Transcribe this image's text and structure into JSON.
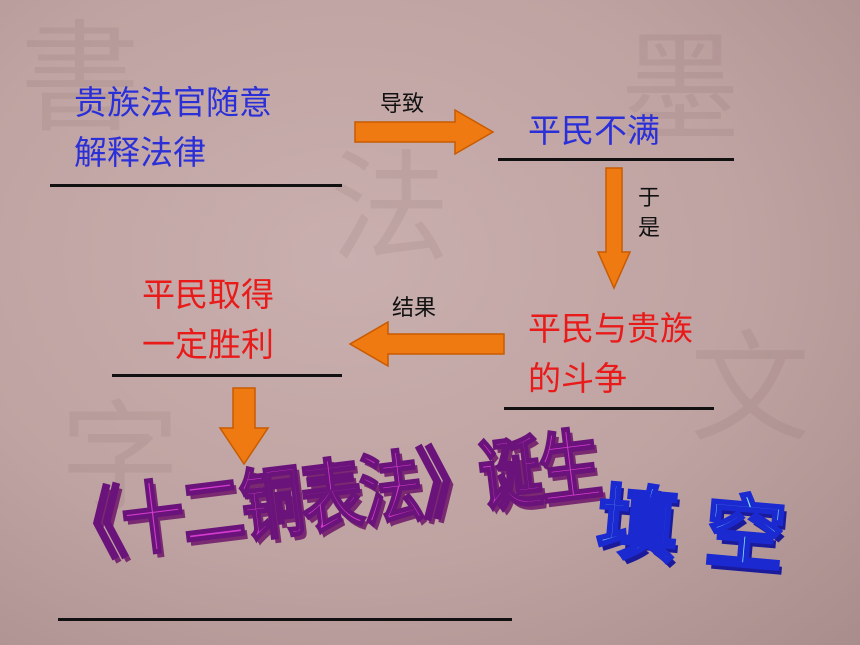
{
  "boxes": {
    "top_left": {
      "line1": "贵族法官随意",
      "line2": "解释法律"
    },
    "top_right": {
      "line1": "平民不满"
    },
    "bottom_right": {
      "line1": "平民与贵族",
      "line2": "的斗争"
    },
    "bottom_left": {
      "line1": "平民取得",
      "line2": "一定胜利"
    }
  },
  "arrows": {
    "top_label": "导致",
    "down_label_1": "于",
    "down_label_2": "是",
    "left_label": "结果"
  },
  "wordart": {
    "title": "《十二铜表法》诞生",
    "fill_blank": "填空"
  },
  "colors": {
    "blue_text": "#2b2fd8",
    "red_text": "#e81a1a",
    "arrow_orange": "#f07a12",
    "title_magenta": "#d63bd0",
    "fill_cyan": "#7fe4f5"
  }
}
